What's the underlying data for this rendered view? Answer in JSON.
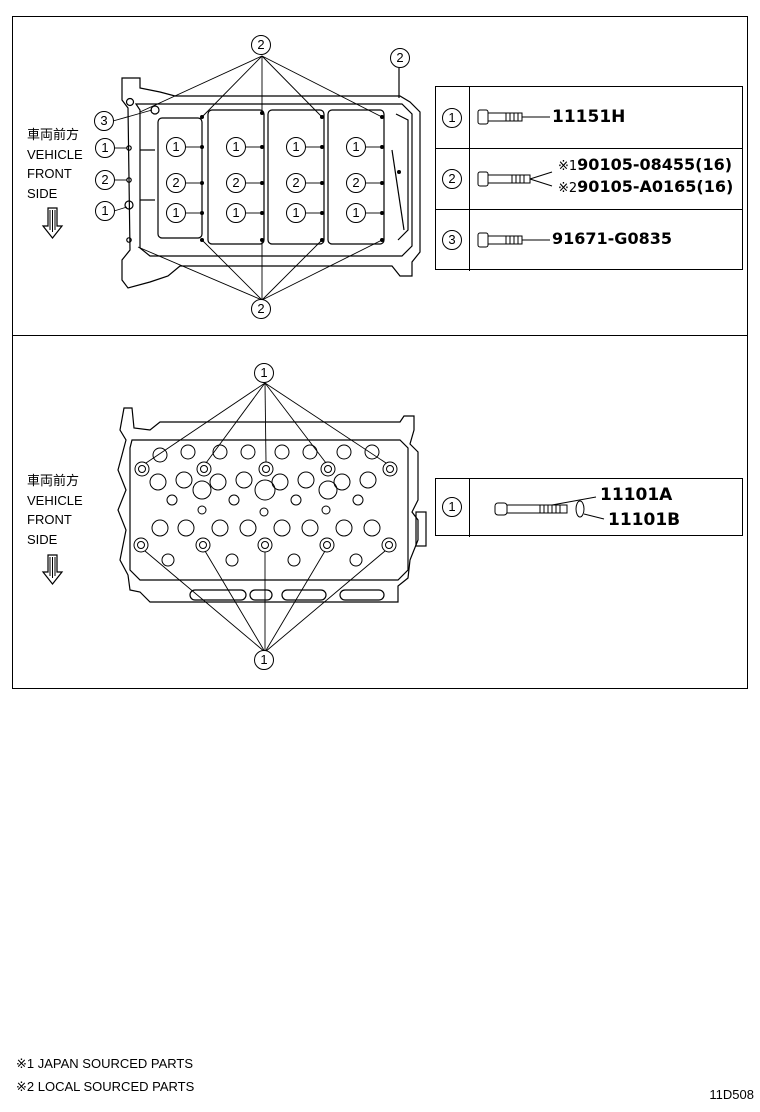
{
  "top_panel": {
    "direction": {
      "jp": "車両前方",
      "line1": "VEHICLE",
      "line2": "FRONT",
      "line3": "SIDE"
    },
    "callouts": {
      "top": "2",
      "right": "2",
      "left_upper": "3",
      "left_1": "1",
      "left_2": "2",
      "left_3": "1",
      "bottom": "2",
      "row1": "1",
      "row2": "2",
      "row3": "1"
    },
    "parts": [
      {
        "index": "1",
        "numbers": [
          "11151H"
        ]
      },
      {
        "index": "2",
        "mark1": "※1",
        "num1": "90105-08455(16)",
        "mark2": "※2",
        "num2": "90105-A0165(16)"
      },
      {
        "index": "3",
        "numbers": [
          "91671-G0835"
        ]
      }
    ]
  },
  "bottom_panel": {
    "direction": {
      "jp": "車両前方",
      "line1": "VEHICLE",
      "line2": "FRONT",
      "line3": "SIDE"
    },
    "callouts": {
      "top": "1",
      "bottom": "1"
    },
    "parts": [
      {
        "index": "1",
        "num1": "11101A",
        "num2": "11101B"
      }
    ]
  },
  "footnotes": [
    "※1 JAPAN SOURCED PARTS",
    "※2 LOCAL SOURCED PARTS"
  ],
  "diagram_code": "11D508"
}
